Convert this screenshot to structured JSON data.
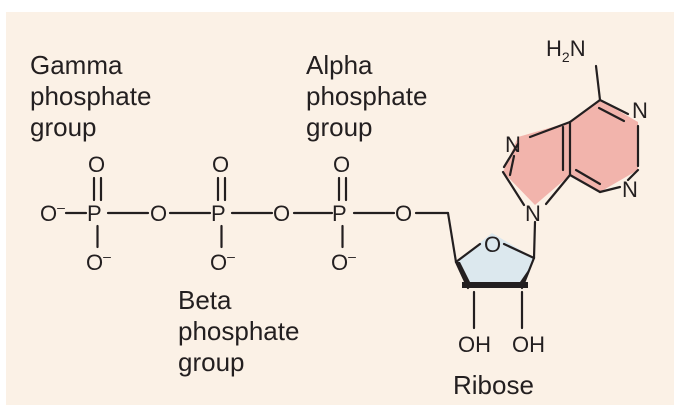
{
  "labels": {
    "gamma": [
      "Gamma",
      "phosphate",
      "group"
    ],
    "alpha": [
      "Alpha",
      "phosphate",
      "group"
    ],
    "beta": [
      "Beta",
      "phosphate",
      "group"
    ],
    "ribose": "Ribose"
  },
  "atoms": {
    "phosphorus": "P",
    "oxygen": "O",
    "nitrogen": "N",
    "hydrogen": "H",
    "hydroxyl": "OH",
    "charge": "–",
    "subscript_two": "2"
  },
  "colors": {
    "background": "#fbf1e6",
    "adenine_fill": "#f2b4ac",
    "ribose_fill": "#dce8ee",
    "ink": "#231f20"
  }
}
